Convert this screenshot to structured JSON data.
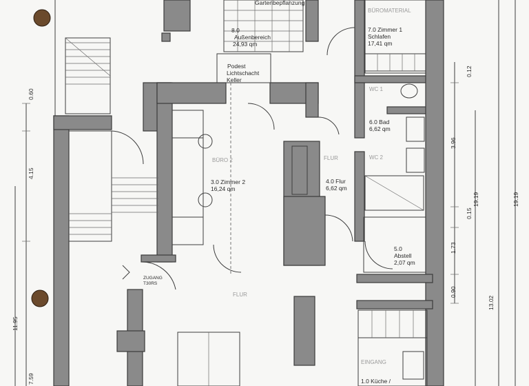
{
  "rooms": {
    "garten": "Gartenbepflanzung",
    "aussen_code": "8.0",
    "aussen_name": "Außenbereich",
    "aussen_area": "24,93 qm",
    "podest1": "Podest",
    "podest2": "Lichtschacht",
    "podest3": "Keller",
    "zimmer1_faint": "BÜROMATERIAL",
    "zimmer1_line1": "7.0 Zimmer 1",
    "zimmer1_line2": "Schlafen",
    "zimmer1_area": "17,41 qm",
    "wc": "WC 1",
    "bad_name": "6.0 Bad",
    "bad_area": "6,62 qm",
    "wc2": "WC 2",
    "buero_faint": "BÜRO 2",
    "zimmer2_name": "3.0 Zimmer 2",
    "zimmer2_area": "16,24 qm",
    "flur_faint": "FLUR",
    "flur_name": "4.0 Flur",
    "flur_area": "6,62 qm",
    "abstell_code": "5.0",
    "abstell_name": "Abstell",
    "abstell_area": "2,07 qm",
    "zugang1": "ZUGANG",
    "zugang2": "T30RS",
    "flur2_faint": "FLUR",
    "eingang_faint": "EINGANG",
    "kueche": "1.0 Küche /"
  },
  "dimensions": {
    "d060": "0.60",
    "d415": "4.15",
    "d1195": "11.95",
    "d759": "7.59",
    "d012": "0.12",
    "d396": "3.96",
    "d015": "0.15",
    "d173": "1.73",
    "d090": "0.90",
    "d1919a": "19.19",
    "d1919b": "19.19",
    "d1302": "13.02"
  }
}
